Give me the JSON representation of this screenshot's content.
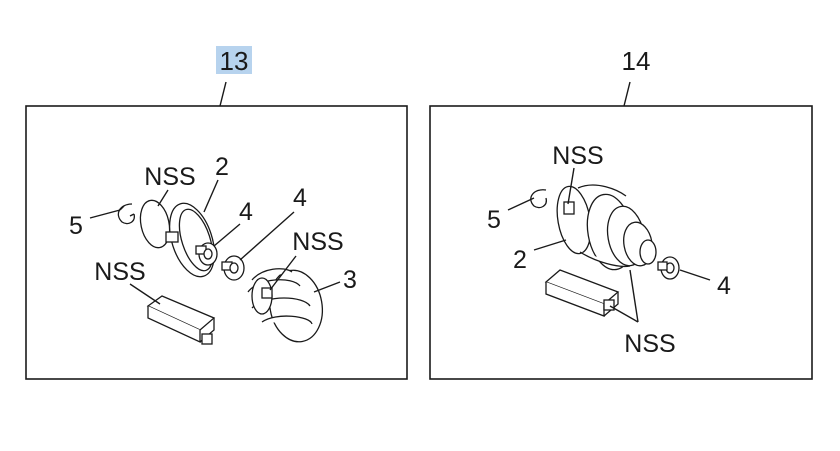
{
  "diagram": {
    "panels": [
      {
        "callout": "13",
        "selected": true,
        "labels": [
          "NSS",
          "2",
          "5",
          "4",
          "4",
          "NSS",
          "NSS",
          "3"
        ]
      },
      {
        "callout": "14",
        "selected": false,
        "labels": [
          "NSS",
          "5",
          "2",
          "4",
          "NSS"
        ]
      }
    ],
    "highlight_color": "#b7d3ee",
    "line_color": "#1a1a1a"
  }
}
